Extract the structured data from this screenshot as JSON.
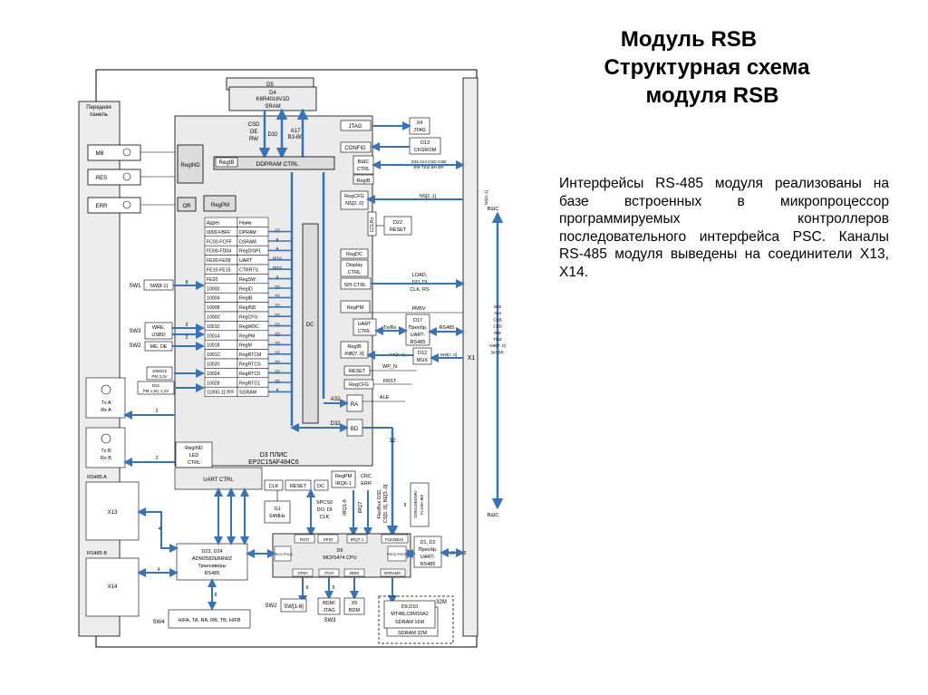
{
  "title": {
    "line1": "Модуль RSB",
    "line2": "Структурная схема",
    "line3": "модуля RSB"
  },
  "description": "Интерфейсы RS-485 модуля реализованы на базе встроенных в микропроцессор программируемых контроллеров последовательного интерфейса PSC. Каналы RS-485 модуля выведены на соединители X13, X14.",
  "colors": {
    "bus": "#3a73b5",
    "bus_dark": "#2f5f98",
    "box_fill": "#ebebeb",
    "box_fill_dark": "#dcdcdc",
    "panel_fill": "#ededed",
    "stroke": "#000000",
    "text": "#000000"
  },
  "diagram": {
    "front_panel": {
      "label1": "Передняя",
      "label2": "панель"
    },
    "indicators": [
      "MB",
      "RES",
      "ERR"
    ],
    "fpga": {
      "name": "D3  ПЛИС",
      "part": "EP2C15AF484C6"
    },
    "sram": {
      "top": "D5",
      "ref": "D4",
      "part": "K6R4016V1D",
      "name": "SRAM"
    },
    "fpga_signals": {
      "csd": "CSD",
      "oe": "OE",
      "rw": "RW",
      "d32": "D32",
      "a17": "A17",
      "b3b0": "B3-B0",
      "a32": "A32",
      "d32b": "D32"
    },
    "blocks": {
      "regind": "RegIND",
      "or": "OR",
      "regpm": "RegPM",
      "regib": "RegIB",
      "ddpram_ctrl": "DDPRAM CTRL",
      "dc": "DC",
      "jtag": "JTAG",
      "config": "CONFIG",
      "vshc_ctrl_1": "ВШС",
      "vshc_ctrl_2": "CTRL",
      "regib2": "RegIB",
      "regcfg1": "RegCFG",
      "regcfg2": "NS[2..0]",
      "cclk": "CCLRn",
      "regdc": "RegDC",
      "display1": "Display",
      "display2": "CTRL",
      "spi_ctrl": "SPI CTRL",
      "regpm2": "RegPM",
      "uart_ctrl_1": "UART",
      "uart_ctrl_2": "CTRL",
      "regib3": "RegIB",
      "regib3b": "INB[7..0]",
      "reset": "RESET",
      "regcfg3": "RegCFG",
      "ra": "RA",
      "bd": "BD",
      "regind2": "RegIND",
      "led_ctrl_1": "LED",
      "led_ctrl_2": "CTRL",
      "uart_ctrl_main": "UART CTRL",
      "clk": "CLK",
      "reset2": "RESET",
      "dc2": "DC",
      "regpm3": "RegPM",
      "irq": "IRQ6-1",
      "crc": "CRC",
      "err": "ERR"
    },
    "register_table": {
      "headers": [
        "Адрес",
        "Наим."
      ],
      "rows": [
        [
          "0000-FBFF",
          "DPRAM",
          "32"
        ],
        [
          "FC00-FCFF",
          "DSRAM",
          "8"
        ],
        [
          "FD00-FD04",
          "RegDISPL",
          "8"
        ],
        [
          "FE00-FE09",
          "UART",
          "8/16"
        ],
        [
          "FE10-FE15",
          "CTRRTS",
          "8/16"
        ],
        [
          "FE20",
          "RegSW",
          "8"
        ],
        [
          "10000",
          "RegID",
          "32"
        ],
        [
          "10004",
          "RegIB",
          "32"
        ],
        [
          "10008",
          "RegIND",
          "32"
        ],
        [
          "1000C",
          "RegCFG",
          "32"
        ],
        [
          "10010",
          "RegWDC",
          "32"
        ],
        [
          "10014",
          "RegPM",
          "32"
        ],
        [
          "10018",
          "RegM",
          "32"
        ],
        [
          "1001C",
          "RegRTCM",
          "32"
        ],
        [
          "10020",
          "RegRTCS",
          "32"
        ],
        [
          "10024",
          "RegRTC0",
          "32"
        ],
        [
          "10028",
          "RegRTC1",
          "32"
        ],
        [
          "11000-117FF",
          "SGRAM",
          "8"
        ]
      ]
    },
    "right_side": {
      "x4_1": "X4",
      "x4_2": "JTAG",
      "d13_1": "D13",
      "d13_2": "CFGROM",
      "bus_note_1": "D32 A24 CSD CSB",
      "bus_note_2": "RW TSIZ BH BR",
      "ns": "NS[2..1]",
      "d22_1": "D22",
      "d22_2": "RESET",
      "load1": "LOAD,",
      "load2": "DO, DI",
      "load3": "CLK, RS",
      "pm5v": "PM5V",
      "d17_1": "D17",
      "d17_2": "Преобр.",
      "d17_3": "UART-",
      "d17_4": "RS485",
      "txrx": "Tx/Rx",
      "rs485": "RS485",
      "inb": "INB[7..0]",
      "inm": "INM[7..0]",
      "d12_1": "D12",
      "d12_2": "MUX",
      "wpn": "WP_N",
      "frst": "FRST",
      "ale": "ALE",
      "bus32": "32",
      "flash_1": "D8",
      "flash_2": "S29GL064N90",
      "flash_3": "FLASH 8M",
      "bus_a": "FlexBus D32,",
      "bus_b": "CS[5..0], BE[3..0]",
      "irq16": "IRQ1-6",
      "irq7": "IRQ7",
      "spcs_1": "SPCS0",
      "spcs_2": "DO, DI",
      "spcs_3": "CLK",
      "g1_1": "G1",
      "g1_2": "64MHz",
      "cpu_ports": [
        "RSTI",
        "SPIO",
        "IRQ7-1",
        "FLEXBUS"
      ],
      "cpu_name_1": "D6",
      "cpu_name_2": "MCF5474 CPU",
      "psc_left": "PSC0 PSC1",
      "psc_right": "PSC0 PSC1",
      "cpu_bottom": [
        "GPIO",
        "JTAG",
        "BDM",
        "SDRAMC"
      ],
      "d1d2_1": "D1, D2",
      "d1d2_2": "Преобр.",
      "d1d2_3": "UART-",
      "d1d2_4": "RS485",
      "v24": "V24/1,2",
      "x5_1": "X5",
      "x5_2": "BDM",
      "bdm_1": "BDM/",
      "bdm_2": "JTAG",
      "sw3": "SW3",
      "sw2": "SW2",
      "sw2_box": "SW[1-6]",
      "sdram_1": "D9,D10",
      "sdram_2": "MT48LC8M16A2",
      "sdram_3": "SDRAM 16M",
      "sdram_4": "SDRAM 32M",
      "sdram_5": "32M",
      "vshc_1": "ВШС",
      "vshc_2": "ВШС",
      "ns_top": "NS[2..1]",
      "x1": "X1",
      "right_bus": [
        "D32",
        "A24",
        "CSB",
        "CSD",
        "RW",
        "TSIZ",
        "INB[7..0]",
        "BH BR"
      ]
    },
    "left_side": {
      "sw1": "SW1",
      "sw1_box": "SW[8-1]",
      "sw3_left": "SW3",
      "sw3_box1": "WRE,",
      "sw3_box2": "USBD",
      "sw2_left": "SW2",
      "sw2_box": "ME, DE",
      "pm_box_1": "1000/22",
      "pm_box_2": "PM 3,3V",
      "pm_box_3": "D21",
      "pm_box_4": "PM 1,8V, 1,2V",
      "txa_1": "Tx A",
      "txa_2": "Rx A",
      "txb_1": "Tx B",
      "txb_2": "Rx B",
      "rs485a": "RS485 A",
      "rs485b": "RS485 B",
      "x13": "X13",
      "x14": "X14",
      "d23_1": "D23, D24",
      "d23_2": "ADM2582EBRWZ",
      "d23_3": "Трансиверы",
      "d23_4": "RS485",
      "sw4": "SW4",
      "sw4_box": "H/FA, TA, RA, RB, TB, H/FB",
      "n2": "2",
      "n4": "4",
      "n8": "8",
      "n6": "6",
      "n5": "5"
    }
  }
}
